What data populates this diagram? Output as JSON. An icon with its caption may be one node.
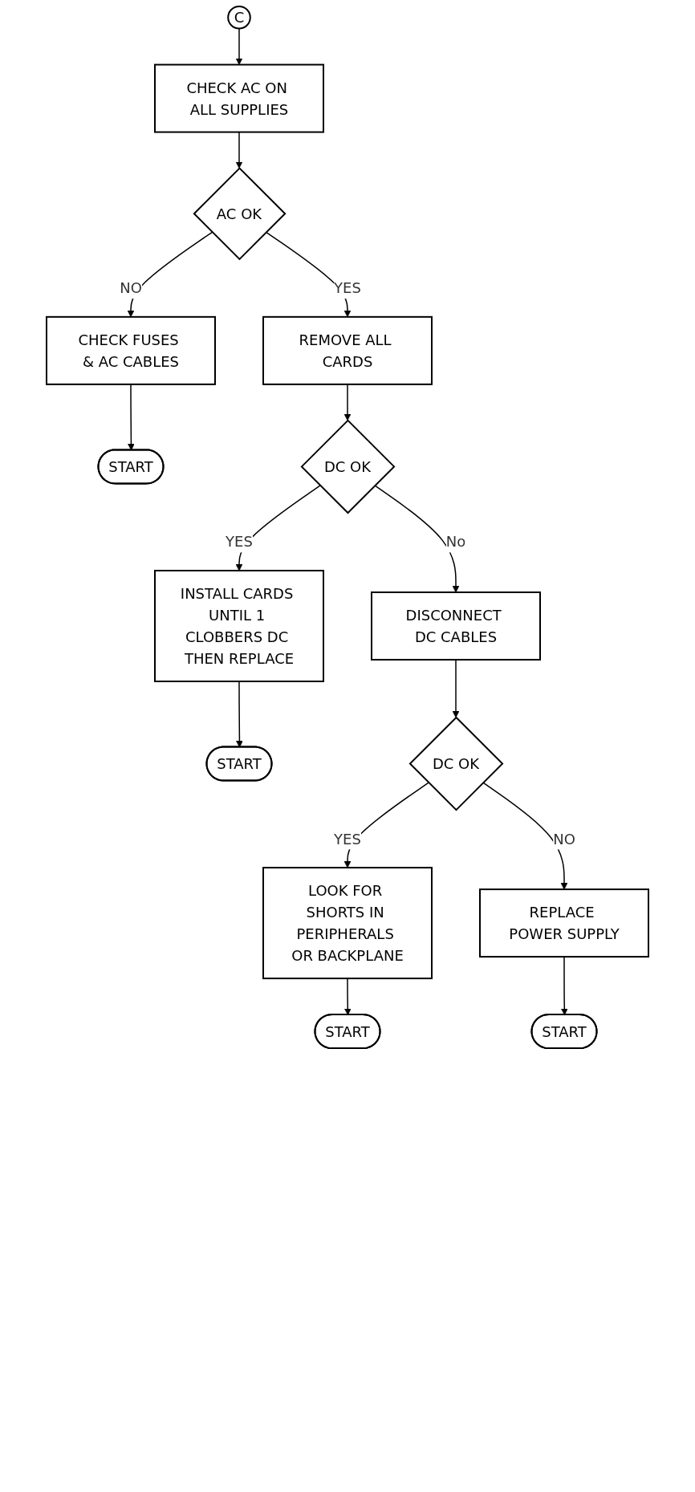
{
  "diagram": {
    "nodes": [
      {
        "text": [
          "C"
        ]
      },
      {
        "text": [
          "CHECK AC ON ALL SUPPLIES"
        ]
      },
      {
        "text": [
          "AC OK"
        ]
      },
      {
        "text": [
          "CHECK FUSES & AC CABLES"
        ]
      },
      {
        "text": [
          "START"
        ]
      },
      {
        "text": [
          "REMOVE ALL CARDS"
        ]
      },
      {
        "text": [
          "DC OK"
        ]
      },
      {
        "text": [
          "INSTALL CARDS UNTIL 1 CLOBBERS DC THEN REPLACE"
        ]
      },
      {
        "text": [
          "START"
        ]
      },
      {
        "text": [
          "DISCONNECT DC CABLES"
        ]
      },
      {
        "text": [
          "DC OK"
        ]
      },
      {
        "text": [
          "REPLACE POWER SUPPLY"
        ]
      },
      {
        "text": [
          "LOOK FOR SHORTS IN PERIPHERALS OR BACKPLANE"
        ]
      },
      {
        "text": [
          "START"
        ]
      },
      {
        "text": [
          "START"
        ]
      }
    ],
    "edges": [
      {
        "from": 0,
        "to": 1,
        "arrow": "to"
      },
      {
        "from": 1,
        "to": 2,
        "arrow": "to"
      },
      {
        "from": 2,
        "to": 3,
        "arrow": "to",
        "label": "NO"
      },
      {
        "from": 3,
        "to": 4,
        "arrow": "to"
      },
      {
        "from": 2,
        "to": 5,
        "arrow": "to",
        "label": "YES"
      },
      {
        "from": 5,
        "to": 6,
        "arrow": "to"
      },
      {
        "from": 6,
        "to": 7,
        "arrow": "to",
        "label": "YES"
      },
      {
        "from": 7,
        "to": 8,
        "arrow": "to"
      },
      {
        "from": 6,
        "to": 9,
        "arrow": "to",
        "label": "No"
      },
      {
        "from": 9,
        "to": 10,
        "arrow": "to"
      },
      {
        "from": 10,
        "to": 12,
        "arrow": "to",
        "label": "YES"
      },
      {
        "from": 10,
        "to": 11,
        "arrow": "to",
        "label": "NO"
      },
      {
        "from": 11,
        "to": 13,
        "arrow": "to"
      },
      {
        "from": 12,
        "to": 14,
        "arrow": "to"
      }
    ]
  }
}
